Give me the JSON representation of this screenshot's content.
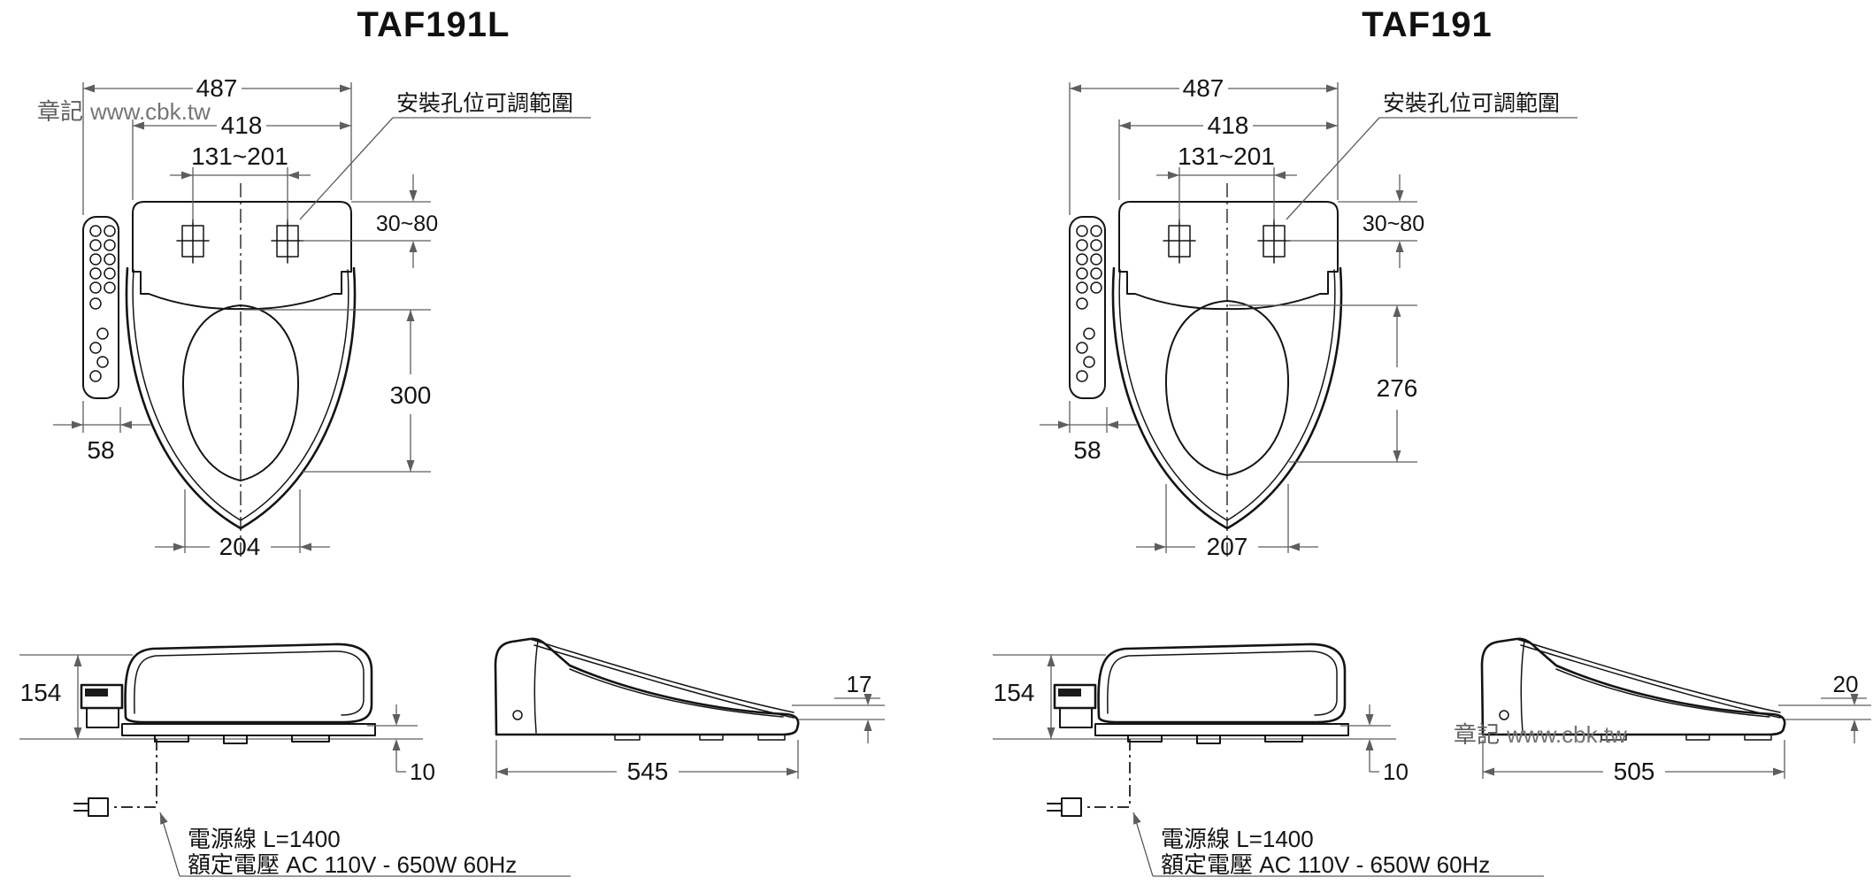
{
  "page": {
    "background": "#ffffff",
    "line_color": "#141414",
    "dimension_color": "#5e5e5e",
    "watermark_color": "#757575"
  },
  "watermark": {
    "stamp": "章記",
    "site": "www.cbk.tw"
  },
  "left": {
    "title": "TAF191L",
    "top": {
      "overall_width": "487",
      "plate_width": "418",
      "hole_range": "131~201",
      "note": "安裝孔位可調範圍",
      "hole_offset_range": "30~80",
      "opening_length": "300",
      "panel_width": "58",
      "opening_width": "204"
    },
    "rear": {
      "height": "154",
      "gap": "10"
    },
    "profile": {
      "length": "545",
      "edge": "17"
    },
    "power": {
      "line1": "電源線 L=1400",
      "line2": "額定電壓 AC 110V - 650W 60Hz"
    }
  },
  "right": {
    "title": "TAF191",
    "top": {
      "overall_width": "487",
      "plate_width": "418",
      "hole_range": "131~201",
      "note": "安裝孔位可調範圍",
      "hole_offset_range": "30~80",
      "opening_length": "276",
      "panel_width": "58",
      "opening_width": "207"
    },
    "rear": {
      "height": "154",
      "gap": "10"
    },
    "profile": {
      "length": "505",
      "edge": "20"
    },
    "power": {
      "line1": "電源線 L=1400",
      "line2": "額定電壓 AC 110V - 650W 60Hz"
    }
  }
}
